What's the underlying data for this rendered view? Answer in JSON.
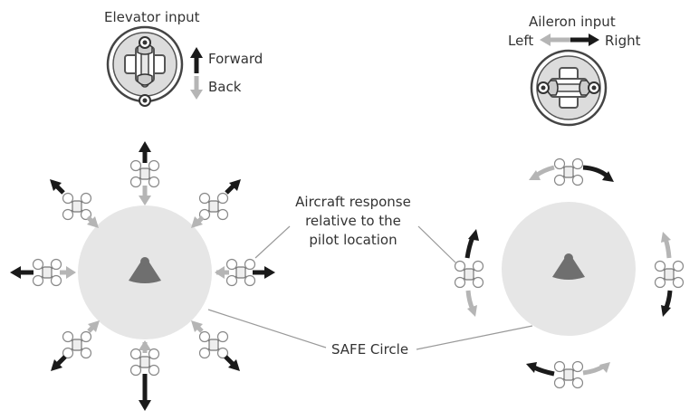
{
  "labels": {
    "elevator_input": "Elevator input",
    "forward": "Forward",
    "back": "Back",
    "aileron_input": "Aileron input",
    "left": "Left",
    "right": "Right",
    "response_line1": "Aircraft response",
    "response_line2": "relative to the",
    "response_line3": "pilot location",
    "safe_circle": "SAFE Circle"
  },
  "colors": {
    "forward_arrow": "#1a1a1a",
    "back_arrow": "#b5b5b5",
    "circle_fill": "#e6e6e6",
    "pilot": "#6f6f6f",
    "line": "#999999"
  }
}
